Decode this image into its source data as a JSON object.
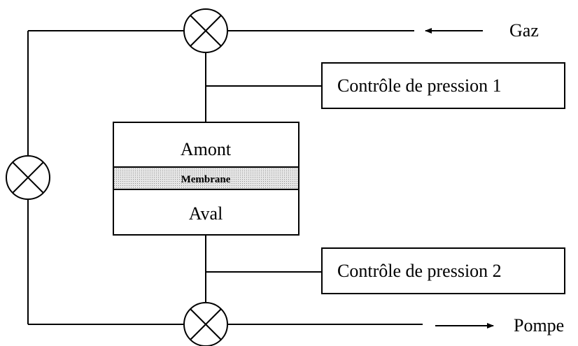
{
  "diagram": {
    "inlet_label": "Gaz",
    "outlet_label": "Pompe",
    "pressure_control_1": "Contrôle de pression 1",
    "pressure_control_2": "Contrôle de pression 2",
    "cell": {
      "upstream_label": "Amont",
      "membrane_label": "Membrane",
      "downstream_label": "Aval"
    }
  }
}
